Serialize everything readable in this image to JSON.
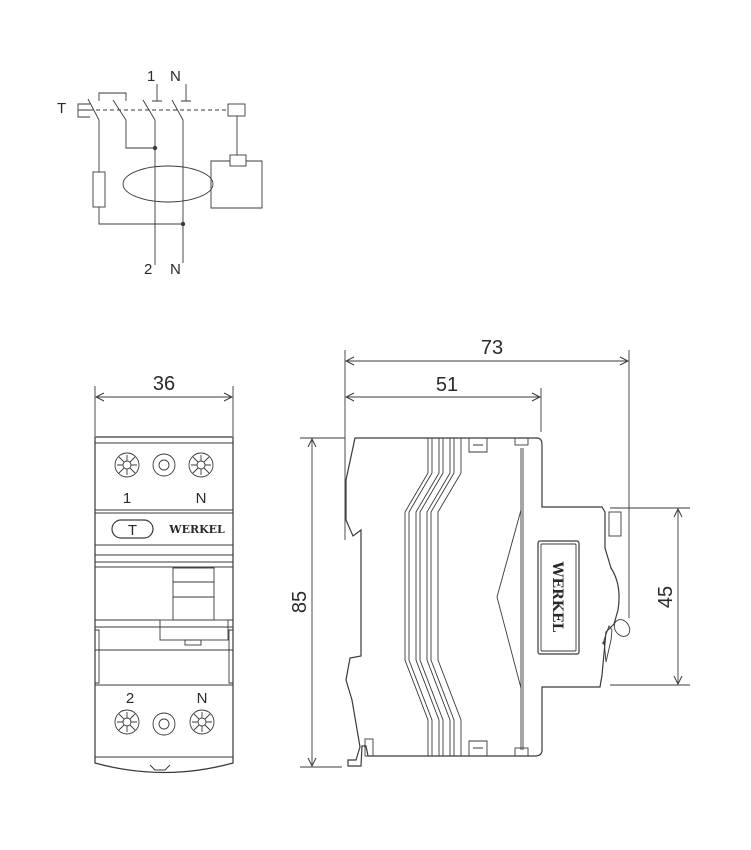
{
  "schematic": {
    "test_label": "T",
    "top_terminals": [
      "1",
      "N"
    ],
    "bottom_terminals": [
      "2",
      "N"
    ]
  },
  "front_view": {
    "width_dim": "36",
    "top_terminals": [
      "1",
      "N"
    ],
    "test_button": "T",
    "brand": "WERKEL",
    "bottom_terminals": [
      "2",
      "N"
    ]
  },
  "side_view": {
    "depth_total_dim": "73",
    "depth_body_dim": "51",
    "height_dim": "85",
    "front_height_dim": "45",
    "brand": "WERKEL"
  },
  "colors": {
    "line": "#3a3a3a",
    "background": "#ffffff"
  }
}
